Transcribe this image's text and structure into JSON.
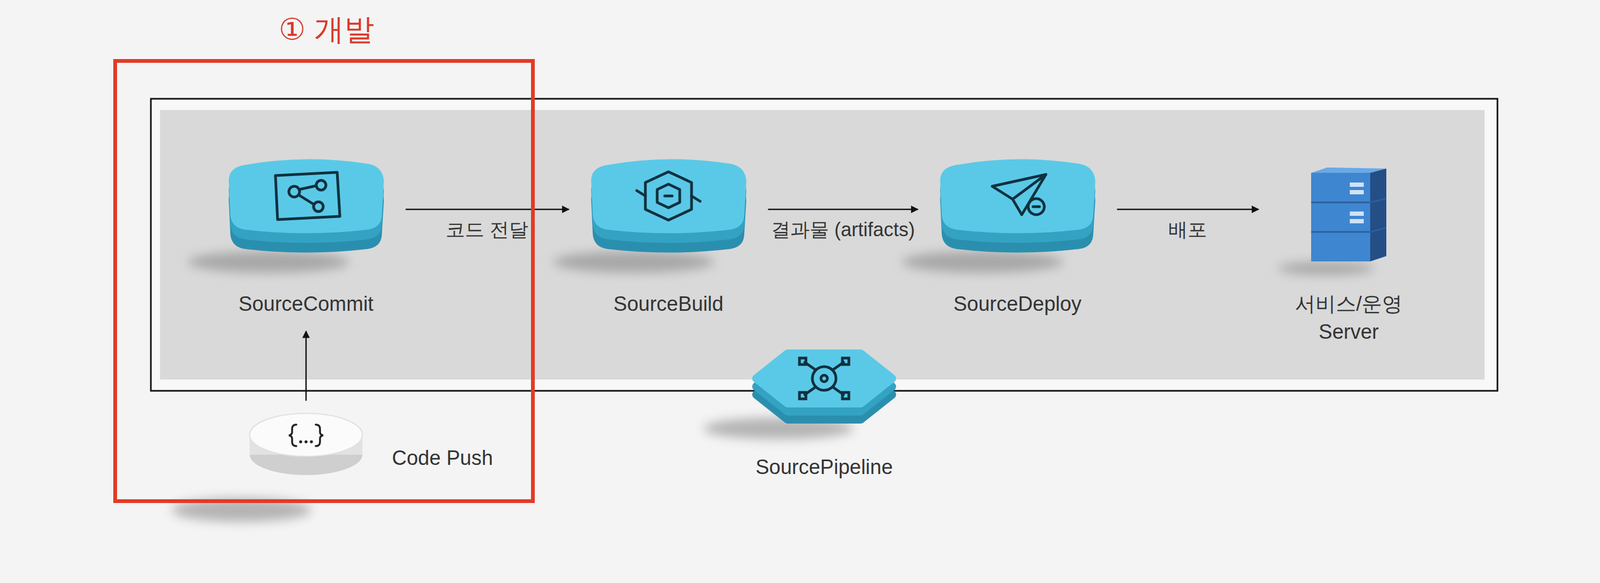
{
  "diagram": {
    "nodes": [
      {
        "text": [
          "① 개발"
        ]
      },
      {
        "text": [
          "SourceCommit"
        ],
        "in": 0
      },
      {
        "text": [
          "Code Push"
        ],
        "in": 0
      },
      {
        "text": [
          "SourceBuild"
        ]
      },
      {
        "text": [
          "SourceDeploy"
        ]
      },
      {
        "text": [
          "서비스/운영 Server"
        ]
      },
      {
        "text": [
          "SourcePipeline"
        ]
      }
    ],
    "edges": [
      {
        "from": 2,
        "to": 1,
        "arrow": "to"
      },
      {
        "from": 1,
        "to": 3,
        "label": "코드 전달",
        "arrow": "to"
      },
      {
        "from": 3,
        "to": 4,
        "label": "결과물 (artifacts)",
        "arrow": "to"
      },
      {
        "from": 4,
        "to": 5,
        "label": "배포",
        "arrow": "to"
      }
    ]
  }
}
